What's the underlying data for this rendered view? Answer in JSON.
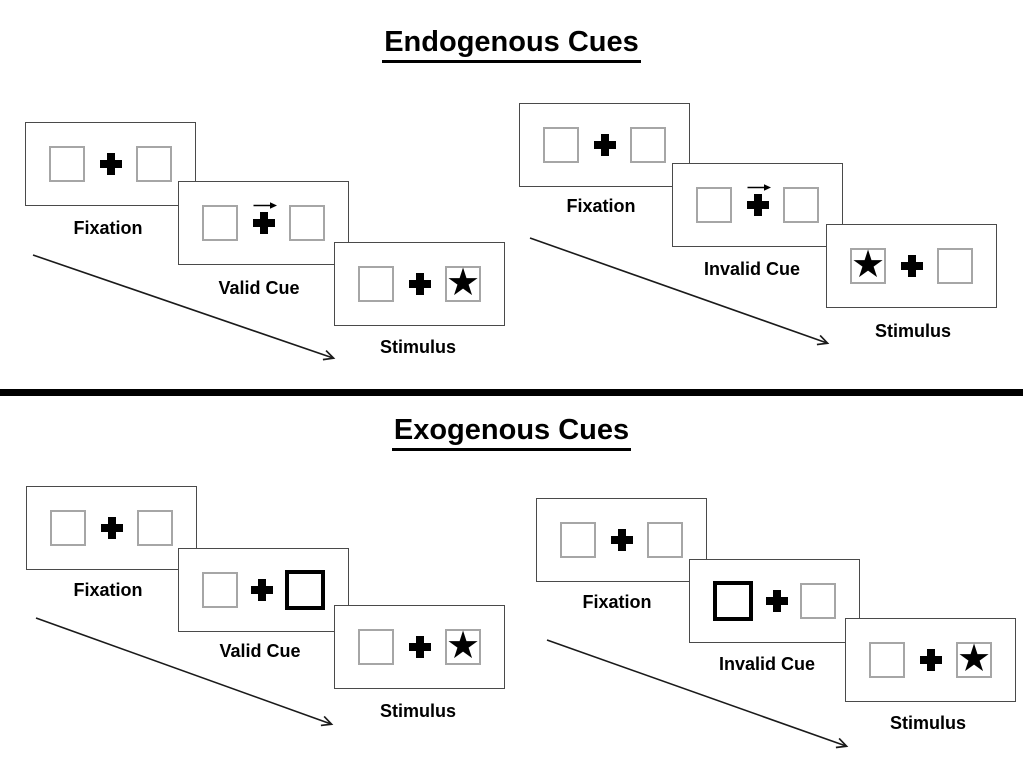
{
  "sections": [
    {
      "title": "Endogenous Cues",
      "groups": [
        {
          "type": "valid-trial-sequence",
          "panels": [
            {
              "label": "Fixation",
              "left": "empty",
              "center": "plus",
              "right": "empty"
            },
            {
              "label": "Valid Cue",
              "left": "empty",
              "center": "plus-arrow",
              "right": "empty"
            },
            {
              "label": "Stimulus",
              "left": "empty",
              "center": "plus",
              "right": "star"
            }
          ]
        },
        {
          "type": "invalid-trial-sequence",
          "panels": [
            {
              "label": "Fixation",
              "left": "empty",
              "center": "plus",
              "right": "empty"
            },
            {
              "label": "Invalid Cue",
              "left": "empty",
              "center": "plus-arrow",
              "right": "empty"
            },
            {
              "label": "Stimulus",
              "left": "star",
              "center": "plus",
              "right": "empty"
            }
          ]
        }
      ]
    },
    {
      "title": "Exogenous Cues",
      "groups": [
        {
          "type": "valid-trial-sequence",
          "panels": [
            {
              "label": "Fixation",
              "left": "empty",
              "center": "plus",
              "right": "empty"
            },
            {
              "label": "Valid Cue",
              "left": "empty",
              "center": "plus",
              "right": "thick-box"
            },
            {
              "label": "Stimulus",
              "left": "empty",
              "center": "plus",
              "right": "star"
            }
          ]
        },
        {
          "type": "invalid-trial-sequence",
          "panels": [
            {
              "label": "Fixation",
              "left": "empty",
              "center": "plus",
              "right": "empty"
            },
            {
              "label": "Invalid Cue",
              "left": "thick-box",
              "center": "plus",
              "right": "empty"
            },
            {
              "label": "Stimulus",
              "left": "empty",
              "center": "plus",
              "right": "star"
            }
          ]
        }
      ]
    }
  ],
  "glyphs": {
    "star": "★"
  },
  "colors": {
    "ink": "#000000",
    "panel_border": "#4a4a4a",
    "box_border": "#a6a6a6",
    "background": "#ffffff"
  }
}
